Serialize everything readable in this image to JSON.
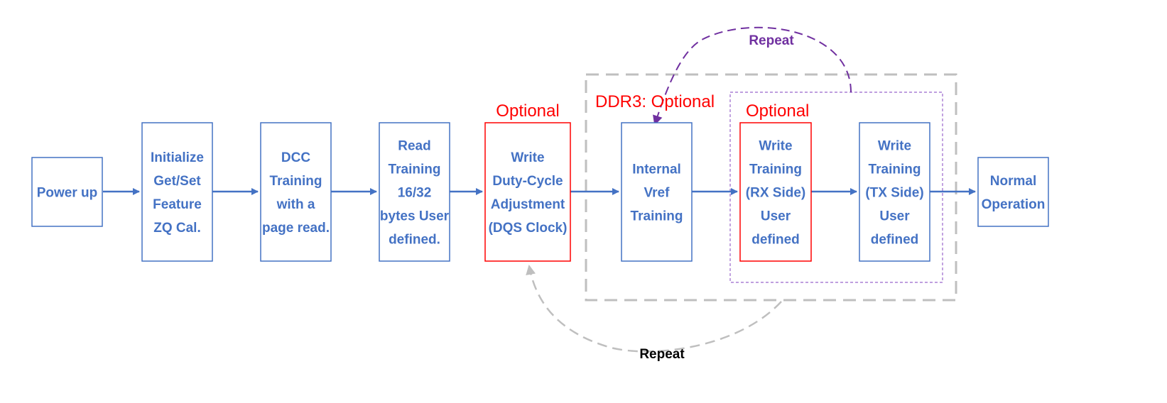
{
  "colors": {
    "box_border": "#4472C4",
    "box_text": "#4472C4",
    "optional_border": "#FF0000",
    "optional_label": "#FF0000",
    "arrow": "#4472C4",
    "group_dashed": "#BFBFBF",
    "inner_group": "#9966CC",
    "repeat_purple": "#7030A0",
    "repeat_gray": "#BFBFBF"
  },
  "boxes": [
    {
      "id": "power-up",
      "lines": [
        "Power up"
      ]
    },
    {
      "id": "initialize",
      "lines": [
        "Initialize",
        "Get/Set",
        "Feature",
        "ZQ Cal."
      ]
    },
    {
      "id": "dcc-training",
      "lines": [
        "DCC",
        "Training",
        "with a",
        "page read."
      ]
    },
    {
      "id": "read-training",
      "lines": [
        "Read",
        "Training",
        "16/32",
        "bytes User",
        "defined."
      ]
    },
    {
      "id": "write-duty-cycle",
      "lines": [
        "Write",
        "Duty-Cycle",
        "Adjustment",
        "(DQS Clock)"
      ]
    },
    {
      "id": "internal-vref",
      "lines": [
        "Internal",
        "Vref",
        "Training"
      ]
    },
    {
      "id": "write-training-rx",
      "lines": [
        "Write",
        "Training",
        "(RX Side)",
        "User",
        "defined"
      ]
    },
    {
      "id": "write-training-tx",
      "lines": [
        "Write",
        "Training",
        "(TX Side)",
        "User",
        "defined"
      ]
    },
    {
      "id": "normal-operation",
      "lines": [
        "Normal",
        "Operation"
      ]
    }
  ],
  "labels": {
    "optional_duty": "Optional",
    "ddr3_optional": "DDR3: Optional",
    "optional_rx": "Optional",
    "repeat_top": "Repeat",
    "repeat_bottom": "Repeat"
  }
}
